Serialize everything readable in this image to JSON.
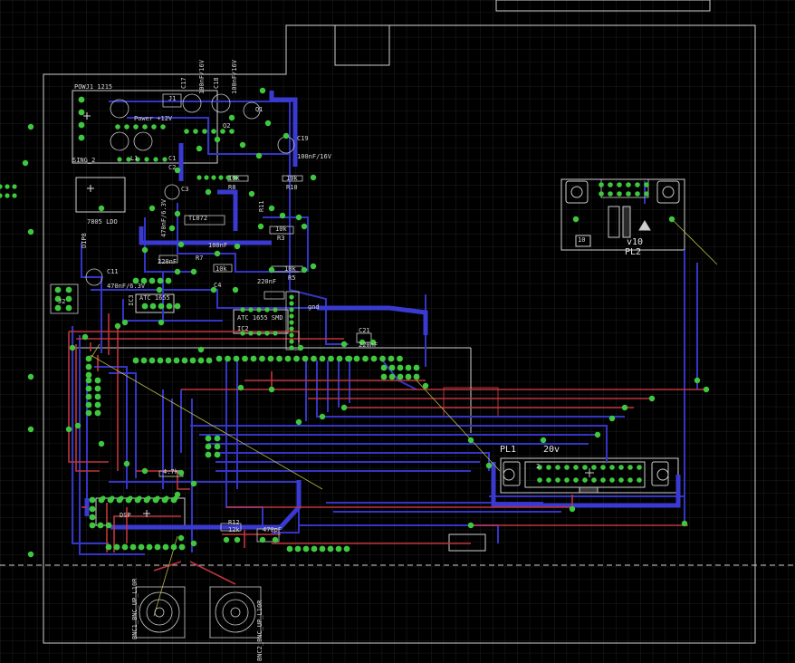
{
  "colors": {
    "background": "#000000",
    "grid": "#1e1e1e",
    "outline": "#d0d0d0",
    "pad": "#3fc83f",
    "top_trace": "#c0343c",
    "bottom_trace": "#3232c8",
    "airwire": "#b4b446"
  },
  "labels": {
    "pc_header_ref": "PL2",
    "pc_header_value": "v10",
    "pc_header_pin": "10",
    "connector_ref": "PL1",
    "connector_value": "20v",
    "power_jack": "POWJ1_1215",
    "power_text": "Power +12V",
    "sing": "SING_2",
    "c18_value": "100nF/16V",
    "c17_value": "100nF/16V",
    "c15_value": "100nF/16V",
    "c14_value": "470nF/6.3V",
    "c11_value": "470nF/6.3V",
    "c_220nF_a": "220nF",
    "c_220nF_b": "220nF",
    "c_220nF_c": "220nF",
    "c21_ref": "C21",
    "ic2": "IC2",
    "ic3": "IC3",
    "atc_a": "ATC 1655",
    "atc_b": "ATC 1655 SMD",
    "tl072": "TL072",
    "gnd": "gnd",
    "r_10k_a": "10k",
    "r_10k_b": "10k",
    "r_10k_c": "10k",
    "r_10k_d": "10k",
    "r_10k_e": "10k",
    "r8": "R8",
    "r10": "R10",
    "r3": "R3",
    "r5": "R5",
    "r7": "R7",
    "r11": "R11",
    "r12": "R12",
    "r_4k7": "4.7k",
    "r_12k": "12k",
    "cap_470p": "470pF",
    "cap_100n": "100nF",
    "c1": "C1",
    "c2": "C2",
    "c3": "C3",
    "c4": "C4",
    "c18": "C18",
    "c17": "C17",
    "c19": "C19",
    "c11": "C11",
    "dsp": "DSP",
    "j1": "J1",
    "j2": "J2",
    "q1": "Q1",
    "q2": "Q2",
    "l1": "L1",
    "dip": "DIP8",
    "bnc1": "BNC1_BNC_UP_L10R",
    "bnc2": "BNC2_BNC_UP_L10R",
    "regulator": "7805 LDO",
    "pl_pin2": "2"
  }
}
